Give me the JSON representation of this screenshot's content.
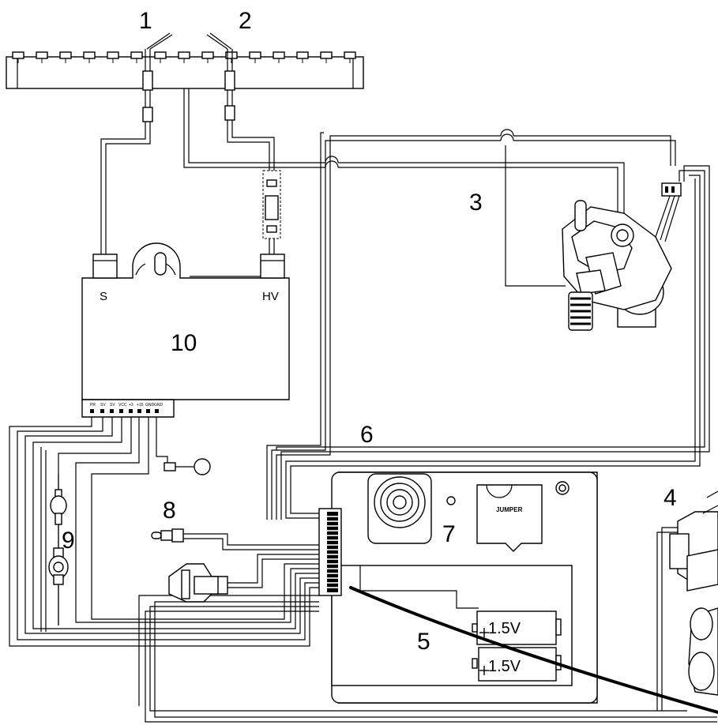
{
  "callouts": {
    "n1": "1",
    "n2": "2",
    "n3": "3",
    "n4": "4",
    "n5": "5",
    "n6": "6",
    "n7": "7",
    "n8": "8",
    "n9": "9",
    "n10": "10"
  },
  "ignition_module": {
    "label_s": "S",
    "label_hv": "HV",
    "pins": [
      "PR",
      "SV",
      "SV",
      "VCC",
      "+3",
      "+15",
      "GND",
      "GND"
    ]
  },
  "control_board": {
    "jumper_label": "JUMPER",
    "battery_1": "1.5V",
    "battery_2": "1.5V"
  }
}
